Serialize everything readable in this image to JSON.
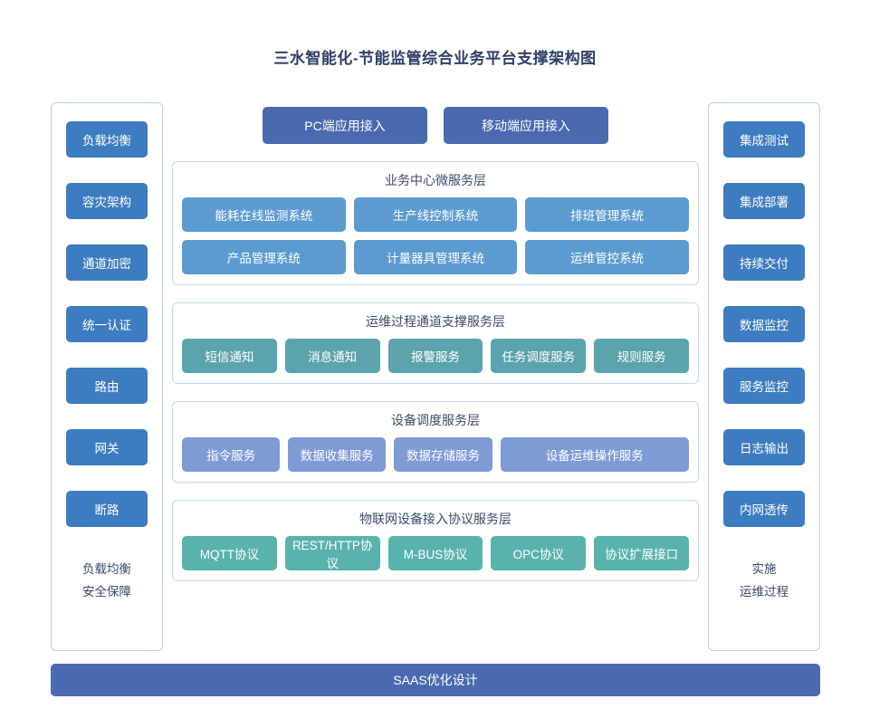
{
  "page": {
    "title": "三水智能化-节能监管综合业务平台支撑架构图"
  },
  "colors": {
    "title_text": "#2e3f66",
    "side_button": "#3d7cc0",
    "access_button": "#4a6ab0",
    "business_cell": "#5b9bd0",
    "ops_cell": "#5ba3ad",
    "device_cell": "#7f9bd6",
    "protocol_cell": "#59b3ac",
    "bottom_bar": "#4a6ab0",
    "panel_border": "#c5d9ec",
    "column_border": "#b9cfe6",
    "background": "#ffffff"
  },
  "left_column": {
    "items": [
      {
        "label": "负载均衡"
      },
      {
        "label": "容灾架构"
      },
      {
        "label": "通道加密"
      },
      {
        "label": "统一认证"
      },
      {
        "label": "路由"
      },
      {
        "label": "网关"
      },
      {
        "label": "断路"
      }
    ],
    "footer_line1": "负载均衡",
    "footer_line2": "安全保障"
  },
  "right_column": {
    "items": [
      {
        "label": "集成测试"
      },
      {
        "label": "集成部署"
      },
      {
        "label": "持续交付"
      },
      {
        "label": "数据监控"
      },
      {
        "label": "服务监控"
      },
      {
        "label": "日志输出"
      },
      {
        "label": "内网透传"
      }
    ],
    "footer_line1": "实施",
    "footer_line2": "运维过程"
  },
  "access": {
    "buttons": [
      {
        "label": "PC端应用接入"
      },
      {
        "label": "移动端应用接入"
      }
    ]
  },
  "layers": [
    {
      "title": "业务中心微服务层",
      "rows": [
        [
          {
            "label": "能耗在线监测系统"
          },
          {
            "label": "生产线控制系统"
          },
          {
            "label": "排班管理系统"
          }
        ],
        [
          {
            "label": "产品管理系统"
          },
          {
            "label": "计量器具管理系统"
          },
          {
            "label": "运维管控系统"
          }
        ]
      ]
    },
    {
      "title": "运维过程通道支撑服务层",
      "rows": [
        [
          {
            "label": "短信通知"
          },
          {
            "label": "消息通知"
          },
          {
            "label": "报警服务"
          },
          {
            "label": "任务调度服务"
          },
          {
            "label": "规则服务"
          }
        ]
      ]
    },
    {
      "title": "设备调度服务层",
      "rows": [
        [
          {
            "label": "指令服务"
          },
          {
            "label": "数据收集服务"
          },
          {
            "label": "数据存储服务"
          },
          {
            "label": "设备运维操作服务"
          }
        ]
      ]
    },
    {
      "title": "物联网设备接入协议服务层",
      "rows": [
        [
          {
            "label": "MQTT协议"
          },
          {
            "label": "REST/HTTP协议"
          },
          {
            "label": "M-BUS协议"
          },
          {
            "label": "OPC协议"
          },
          {
            "label": "协议扩展接口"
          }
        ]
      ]
    }
  ],
  "bottom_bar": {
    "label": "SAAS优化设计"
  }
}
